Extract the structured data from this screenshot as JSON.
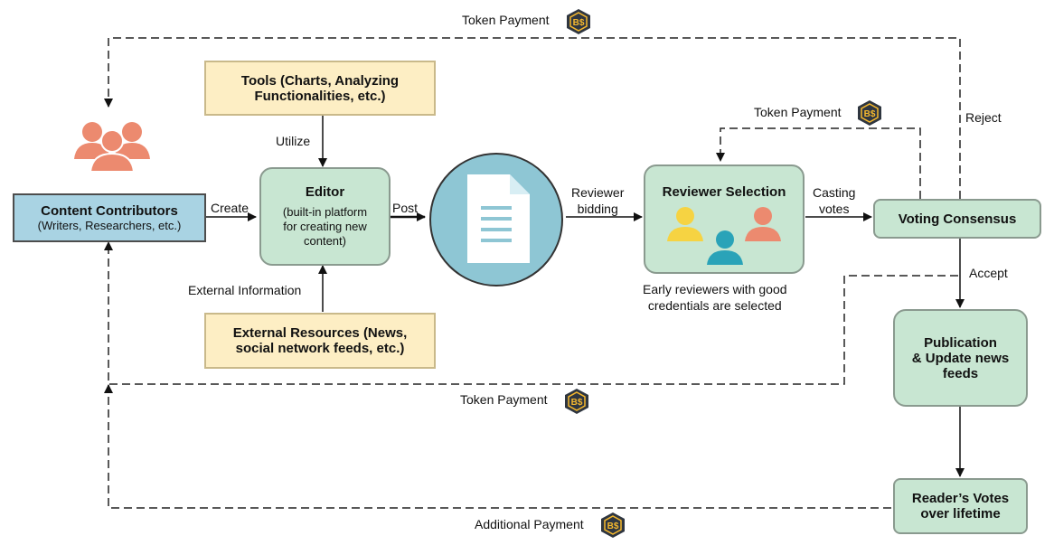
{
  "token_payment_top": "Token Payment",
  "token_payment_mid": "Token Payment",
  "token_payment_bottom": "Token Payment",
  "additional_payment": "Additional Payment",
  "coin_text": "B$",
  "tools_box": [
    "Tools (Charts, Analyzing",
    "Functionalities, etc.)"
  ],
  "utilize": "Utilize",
  "content_contributors": {
    "title": "Content Contributors",
    "subtitle": "(Writers, Researchers, etc.)"
  },
  "create": "Create",
  "editor": {
    "title": "Editor",
    "lines": [
      "(built-in platform",
      "for creating new",
      "content)"
    ]
  },
  "post": "Post",
  "reviewer_bidding": [
    "Reviewer",
    "bidding"
  ],
  "reviewer_selection": "Reviewer Selection",
  "reviewer_note": [
    "Early reviewers with good",
    "credentials are selected"
  ],
  "casting_votes": [
    "Casting",
    "votes"
  ],
  "voting_consensus": "Voting Consensus",
  "reject": "Reject",
  "accept": "Accept",
  "external_information": "External Information",
  "external_resources": [
    "External Resources (News,",
    "social network feeds, etc.)"
  ],
  "publication": [
    "Publication",
    "& Update news",
    "feeds"
  ],
  "readers_votes": [
    "Reader’s Votes",
    "over lifetime"
  ],
  "colors": {
    "contributor_icon": "#ec8a6f",
    "green_box": "#c8e6d2",
    "yellow_box": "#fdeec4",
    "doc_circle": "#8ec6d4",
    "coin": "#f5b82e"
  }
}
